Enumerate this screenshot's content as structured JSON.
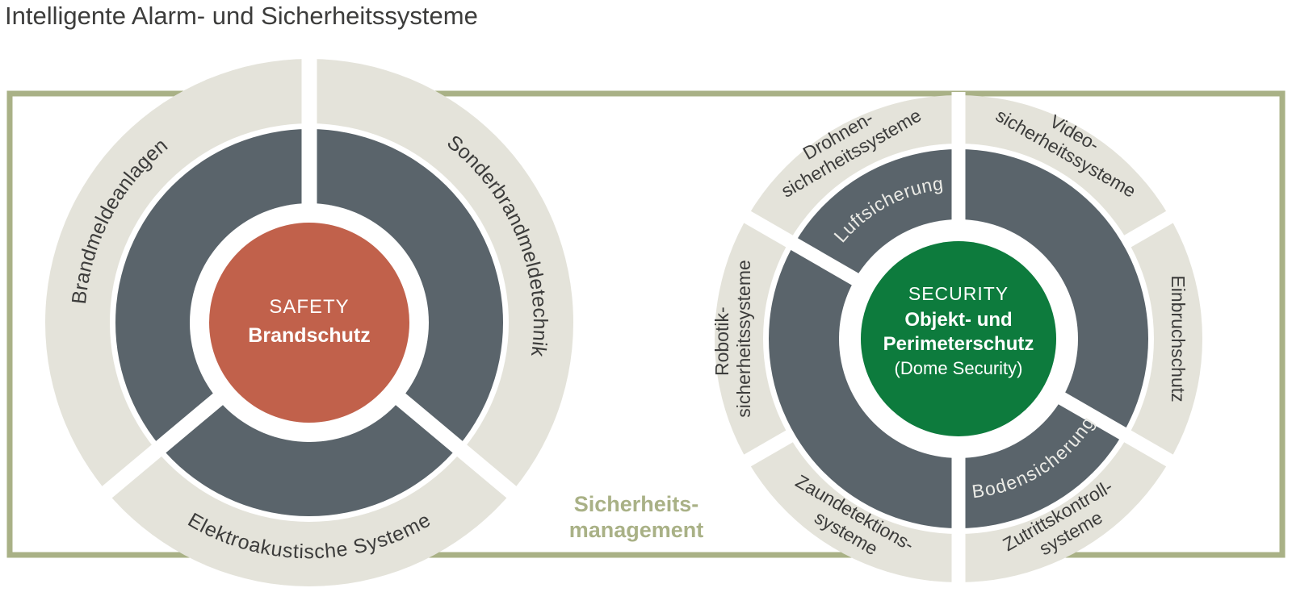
{
  "title": "Intelligente Alarm- und Sicherheitssysteme",
  "management_label": {
    "line1": "Sicherheits-",
    "line2": "management"
  },
  "colors": {
    "frame_olive": "#a9b186",
    "outer_ring_beige": "#e4e3da",
    "inner_ring_slate": "#5a646b",
    "safety_orange": "#c1614b",
    "security_green": "#0d7b3d",
    "label_dark": "#3c3c3b"
  },
  "left_circle": {
    "center_line1": "SAFETY",
    "center_line2": "Brandschutz",
    "labels": {
      "brandmeldeanlagen": "Brandmeldeanlagen",
      "sonderbrandmeldetechnik": "Sonderbrandmeldetechnik",
      "elektroakustische": "Elektroakustische Systeme"
    }
  },
  "right_circle": {
    "center_line1": "SECURITY",
    "center_line2": "Objekt- und",
    "center_line3": "Perimeterschutz",
    "center_line4": "(Dome Security)",
    "ring_label_top": "Luftsicherung",
    "ring_label_bottom": "Bodensicherung",
    "labels": {
      "drohnen_line1": "Drohnen-",
      "drohnen_line2": "sicherheitssysteme",
      "video_line1": "Video-",
      "video_line2": "sicherheitssysteme",
      "einbruch": "Einbruchschutz",
      "zutritt_line1": "Zutrittskontroll-",
      "zutritt_line2": "systeme",
      "zaun_line1": "Zaundetektions-",
      "zaun_line2": "systeme",
      "robotik_line1": "Robotik-",
      "robotik_line2": "sicherheitssysteme"
    }
  }
}
